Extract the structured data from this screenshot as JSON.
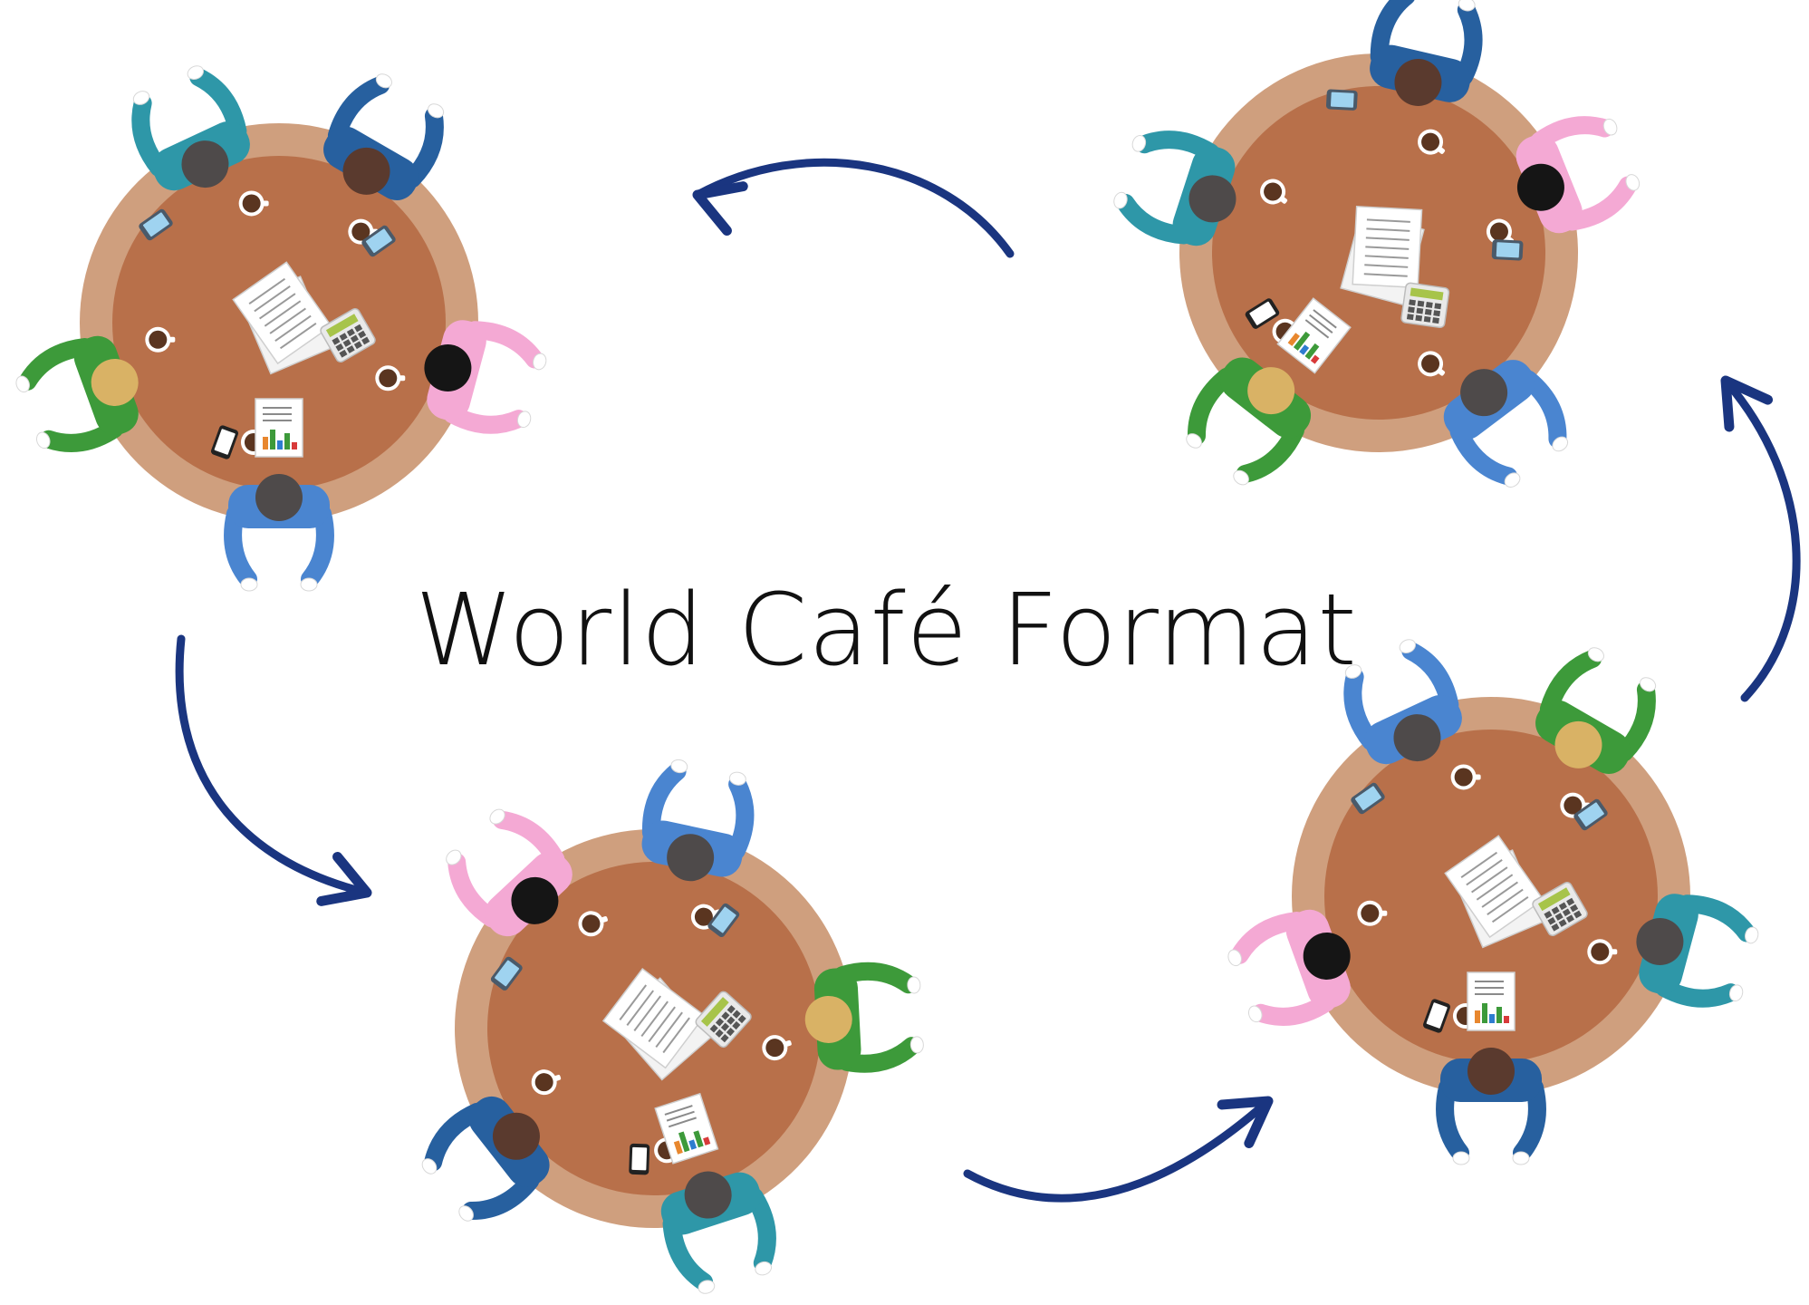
{
  "title": "World Café Format",
  "colors": {
    "table_outer": "#CF9F7E",
    "table_inner": "#B8704A",
    "arrow": "#1A3580",
    "coffee_cup": "#5A3520",
    "paper": "#FFFFFF",
    "calculator": "#A7C44A",
    "phone_light": "#9FD3F0",
    "phone_dark": "#222222"
  },
  "people_palette": [
    {
      "shirt": "#2E97A8",
      "hair": "#4E4A4A"
    },
    {
      "shirt": "#27609F",
      "hair": "#5A3A2E"
    },
    {
      "shirt": "#F4A9D4",
      "hair": "#151515"
    },
    {
      "shirt": "#4A85D0",
      "hair": "#4E4A4A"
    },
    {
      "shirt": "#3D9A3A",
      "hair": "#D9B265"
    }
  ],
  "tables": [
    {
      "name": "table-top-left",
      "rotation": 0
    },
    {
      "name": "table-top-right",
      "rotation": 38
    },
    {
      "name": "table-bottom-center",
      "rotation": -18
    },
    {
      "name": "table-bottom-right",
      "rotation": 0
    }
  ],
  "arrows": [
    {
      "name": "arrow-top-right-to-top-left",
      "direction": "left"
    },
    {
      "name": "arrow-top-left-to-bottom-center",
      "direction": "down-right"
    },
    {
      "name": "arrow-bottom-center-to-bottom-right",
      "direction": "up-right"
    },
    {
      "name": "arrow-bottom-right-to-top-right",
      "direction": "up"
    }
  ],
  "icons": {
    "person": "person-icon",
    "coffee": "coffee-cup-icon",
    "phone": "phone-icon",
    "document": "document-icon",
    "chart_report": "chart-report-icon",
    "calculator": "calculator-icon"
  }
}
